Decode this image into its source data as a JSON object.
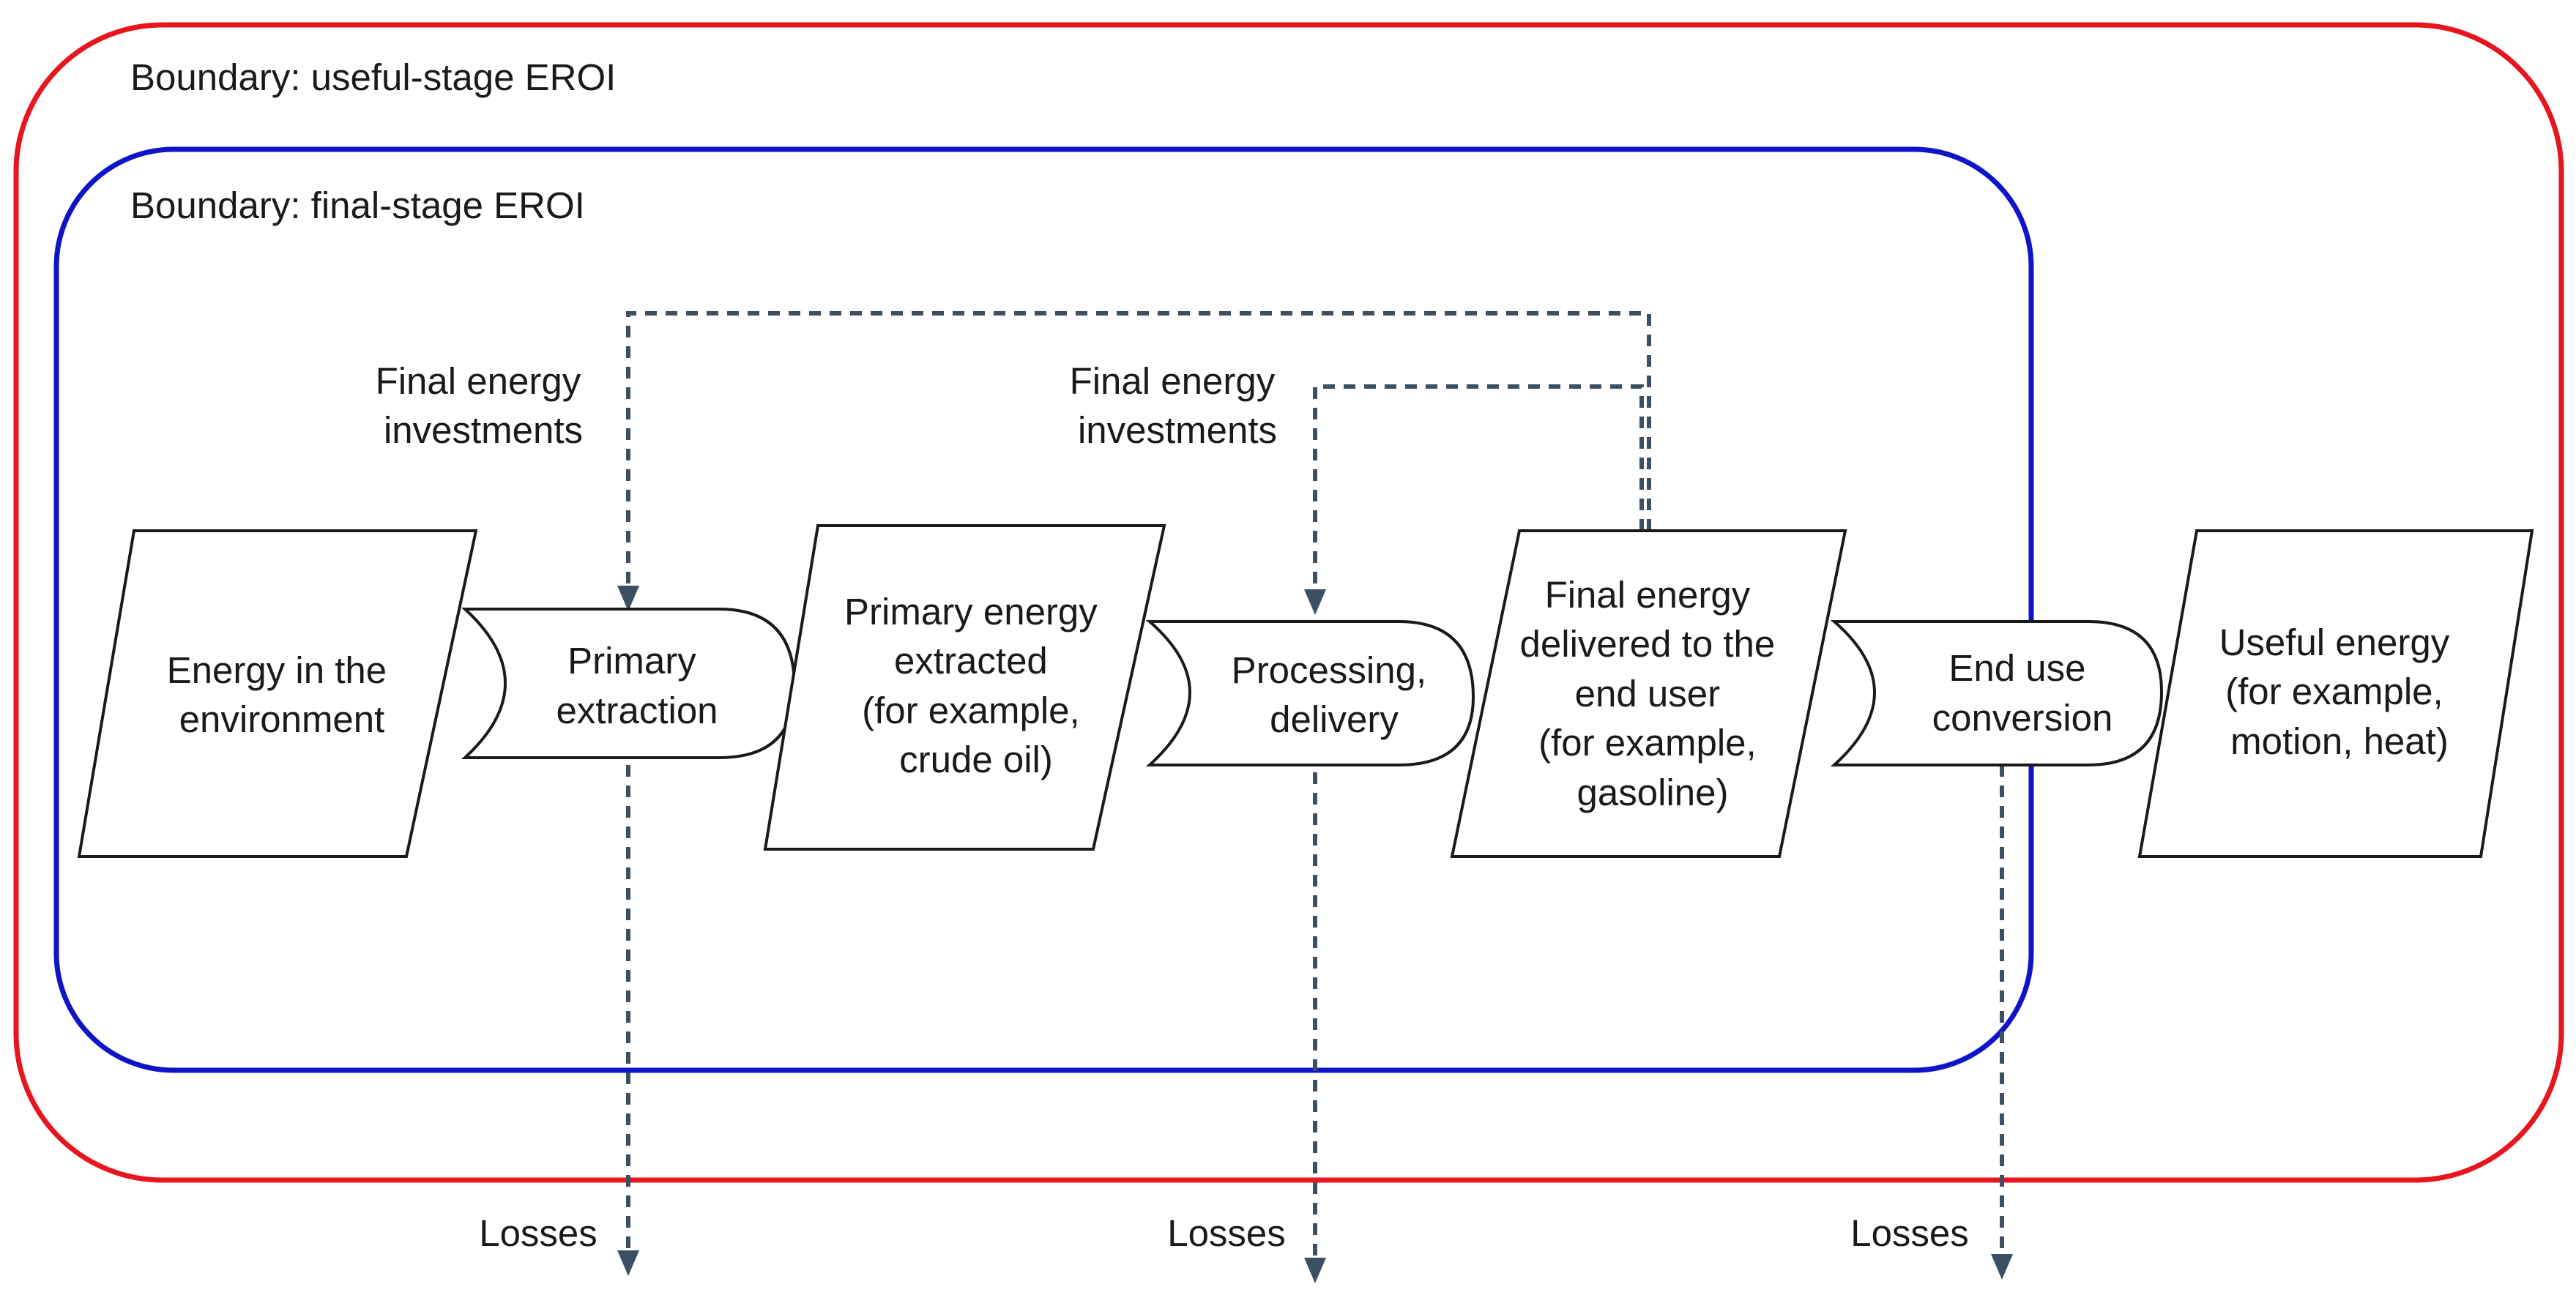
{
  "colors": {
    "useful_boundary": "#e8141e",
    "final_boundary": "#1014c8",
    "flow_lines": "#3d4f63",
    "text": "#1a1a1a"
  },
  "boundaries": {
    "useful": "Boundary: useful-stage EROI",
    "final": "Boundary: final-stage EROI"
  },
  "investments": {
    "first": [
      "Final energy",
      "investments"
    ],
    "second": [
      "Final energy",
      "investments"
    ]
  },
  "stocks": {
    "environment": [
      "Energy in the",
      "environment"
    ],
    "primary": [
      "Primary energy",
      "extracted",
      "(for example,",
      "crude oil)"
    ],
    "final": [
      "Final energy",
      "delivered to the",
      "end user",
      "(for example,",
      "gasoline)"
    ],
    "useful": [
      "Useful energy",
      "(for example,",
      "motion, heat)"
    ]
  },
  "processes": {
    "extraction": [
      "Primary",
      "extraction"
    ],
    "processing": [
      "Processing,",
      "delivery"
    ],
    "conversion": [
      "End use",
      "conversion"
    ]
  },
  "losses": [
    "Losses",
    "Losses",
    "Losses"
  ]
}
